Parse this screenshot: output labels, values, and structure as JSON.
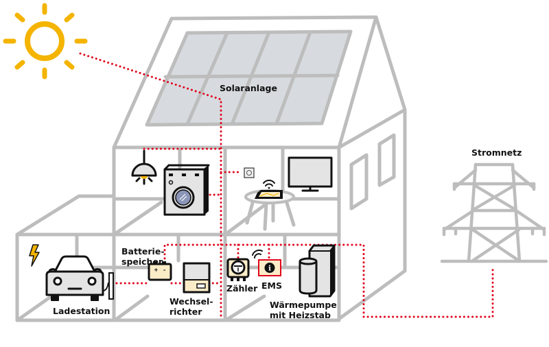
{
  "title": "Energiemanagement im Haus",
  "colors": {
    "sun": "#f4b400",
    "wire": "#e1061e",
    "frame": "#bdbdbd",
    "solar_panel": "#d7dbdf",
    "device_fill": "#fbecc8",
    "device_grey": "#e4e4e4",
    "text": "#111111"
  },
  "labels": {
    "solar": "Solaranlage",
    "grid": "Stromnetz",
    "charging_station": "Ladestation",
    "battery": "Batterie-\nspeicher",
    "inverter": "Wechsel-\nrichter",
    "meter": "Zähler",
    "ems": "EMS",
    "heat_pump": "Wärmepumpe\nmit Heizstab"
  },
  "icons": {
    "sun": "sun-icon",
    "lamp": "ceiling-lamp-icon",
    "washing_machine": "washing-machine-icon",
    "socket": "power-socket-icon",
    "tablet": "tablet-icon",
    "wifi": "wifi-icon",
    "tv": "tv-icon",
    "car": "electric-car-icon",
    "lightning": "lightning-icon",
    "charger": "wallbox-icon",
    "battery": "battery-icon",
    "inverter": "inverter-icon",
    "meter": "electricity-meter-icon",
    "ems": "info-icon",
    "heat_pump": "heat-pump-icon",
    "pylon": "power-pylon-icon"
  }
}
